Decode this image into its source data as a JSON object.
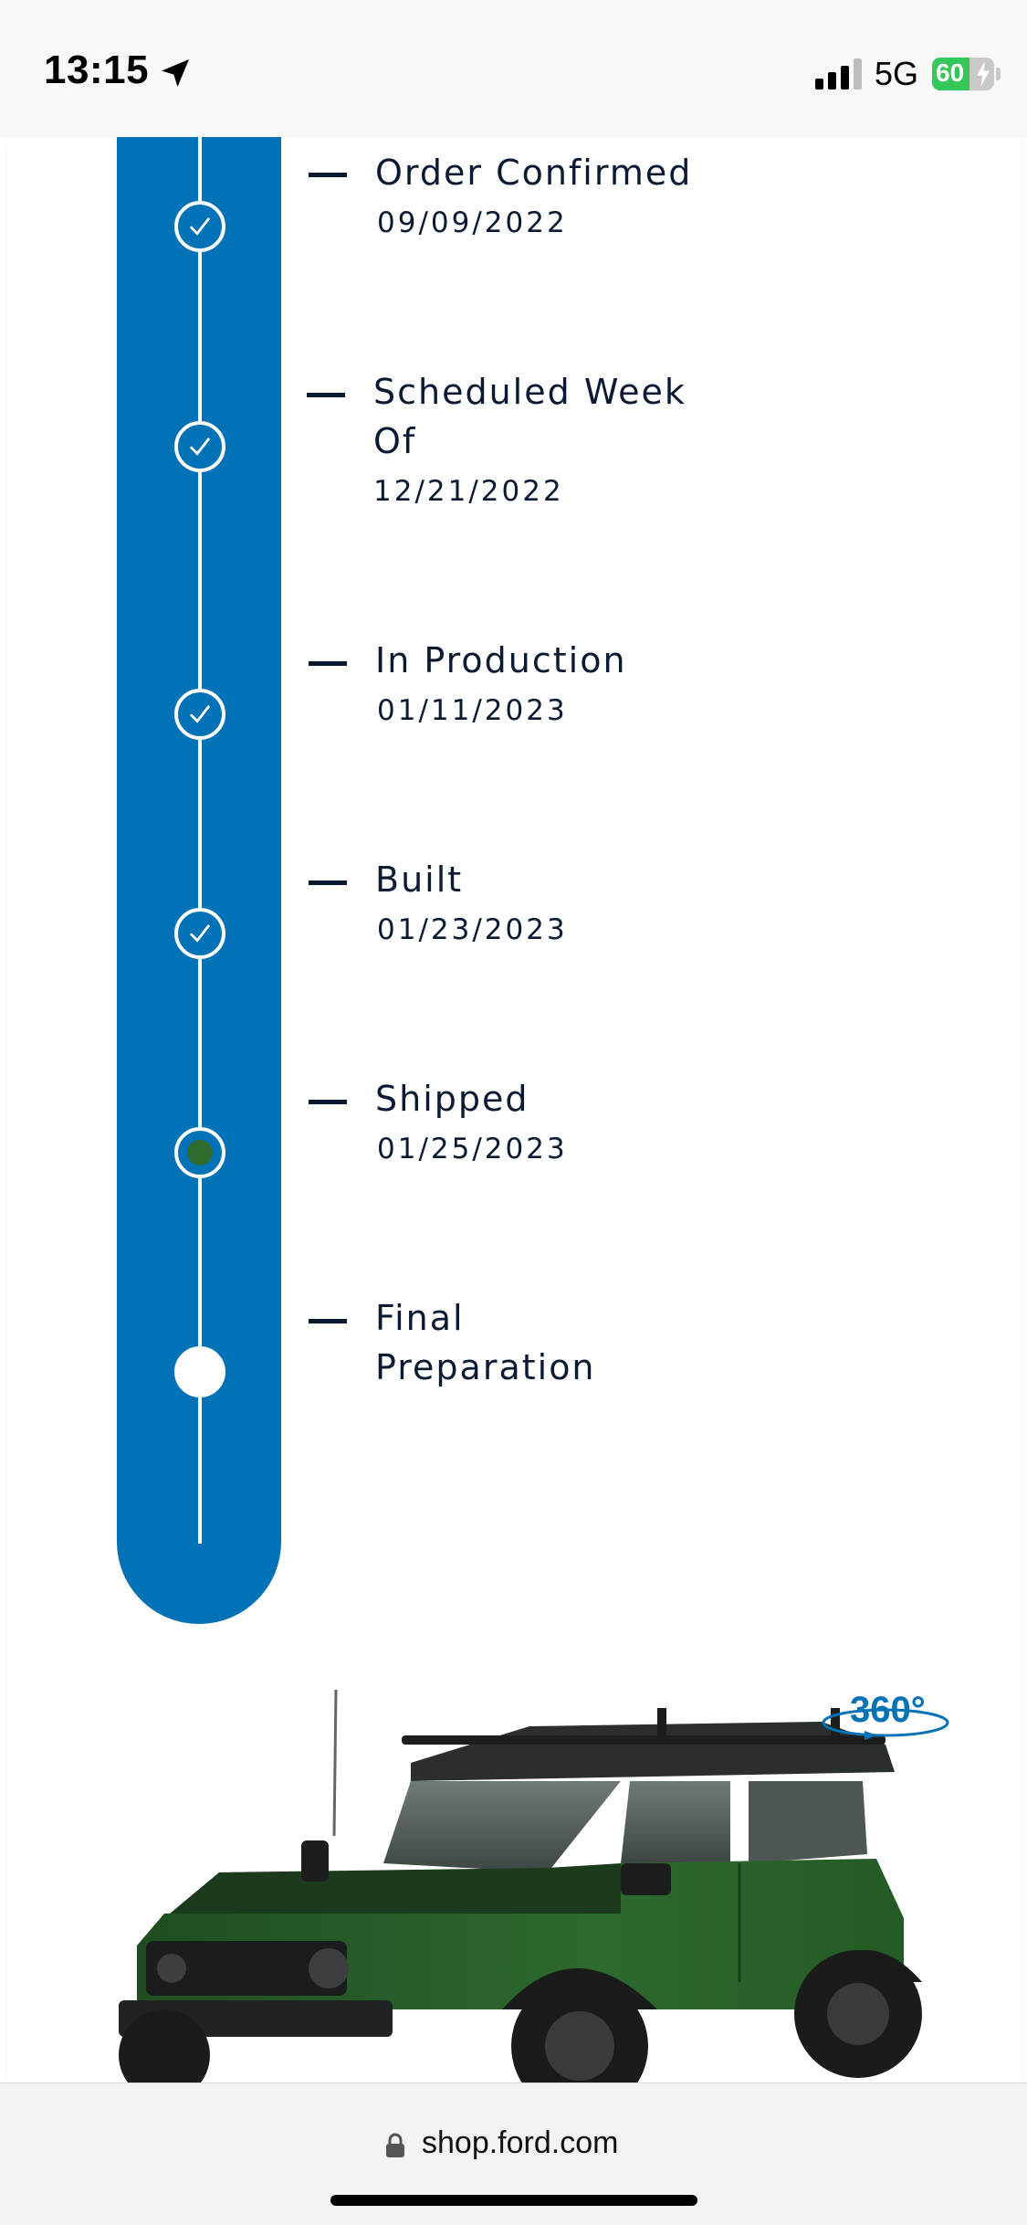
{
  "status_bar": {
    "time": "13:15",
    "network": "5G",
    "battery_percent": "60",
    "battery_level": 0.6,
    "icons": [
      "location-arrow-icon",
      "signal-bars-icon",
      "battery-charging-icon"
    ]
  },
  "tracker": {
    "accent_color": "#0072b5",
    "steps": [
      {
        "title": "Order Confirmed",
        "date": "09/09/2022",
        "status": "complete"
      },
      {
        "title": "Scheduled Week Of",
        "date": "12/21/2022",
        "status": "complete"
      },
      {
        "title": "In Production",
        "date": "01/11/2023",
        "status": "complete"
      },
      {
        "title": "Built",
        "date": "01/23/2023",
        "status": "complete"
      },
      {
        "title": "Shipped",
        "date": "01/25/2023",
        "status": "current"
      },
      {
        "title": "Final Preparation",
        "date": "",
        "status": "pending"
      }
    ]
  },
  "vehicle": {
    "view_360_label": "360°",
    "body_color": "#2d6a2e"
  },
  "browser": {
    "url": "shop.ford.com"
  }
}
